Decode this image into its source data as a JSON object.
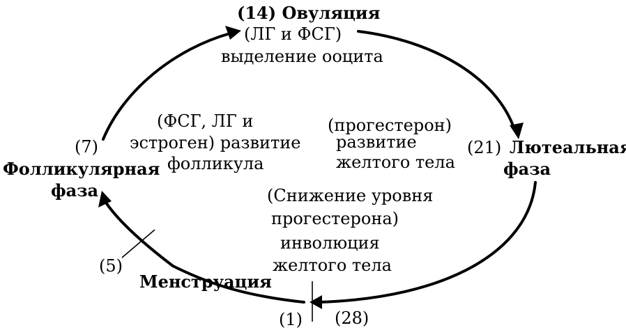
{
  "stages": {
    "ovulation": {
      "day": "(14)",
      "title": "Овуляция",
      "hormones": "(ЛГ и ФСГ)",
      "event": "выделение ооцита"
    },
    "luteal": {
      "day": "(21)",
      "title_line1": "Лютеальная",
      "title_line2": "фаза"
    },
    "follicular": {
      "day": "(7)",
      "title_line1": "Фолликулярная",
      "title_line2": "фаза"
    },
    "menstruation": {
      "day": "(5)",
      "title": "Менструация"
    },
    "cycle_start": "(1)",
    "cycle_end": "(28)"
  },
  "notes": {
    "follicle": {
      "line1": "(ФСГ, ЛГ и",
      "line2": "эстроген) развитие",
      "line3": "фолликула"
    },
    "corpus_luteum": {
      "line1": "(прогестерон)",
      "line2": "развитие",
      "line3": "желтого тела"
    },
    "involution": {
      "line1": "(Снижение уровня",
      "line2": "прогестерона)",
      "line3": "инволюция",
      "line4": "желтого тела"
    }
  },
  "colors": {
    "ink": "#000000",
    "background": "#ffffff"
  }
}
